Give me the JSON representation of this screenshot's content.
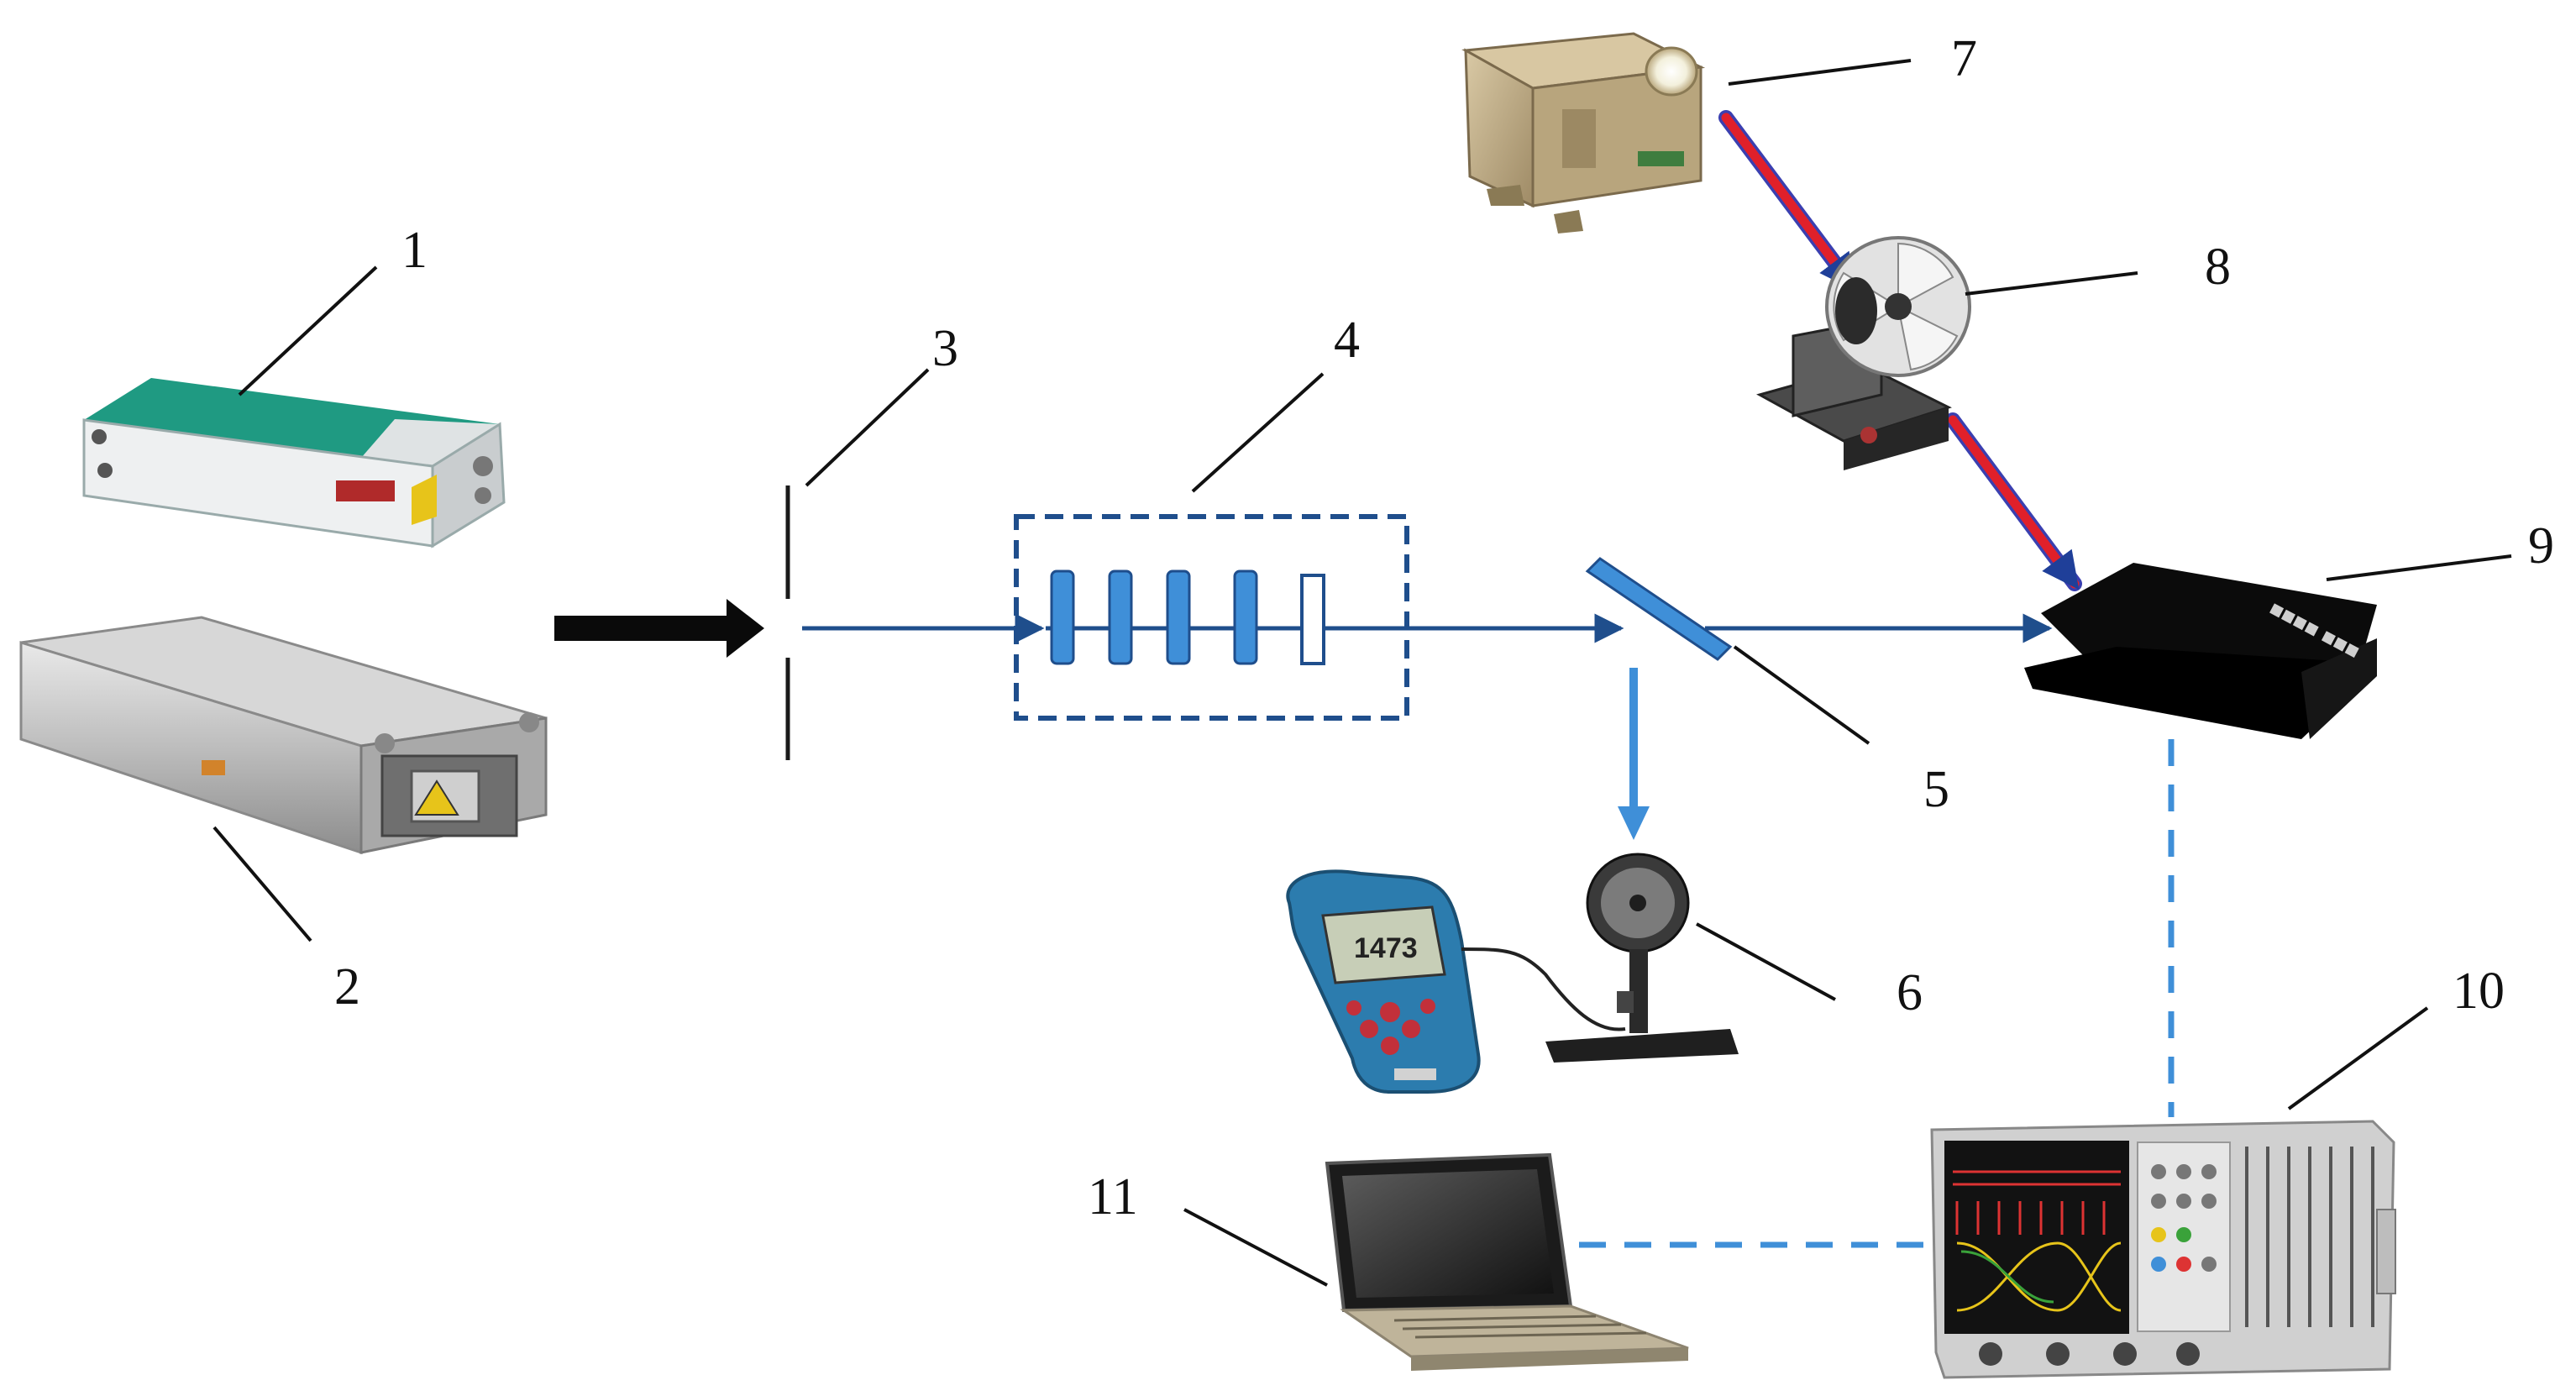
{
  "labels": {
    "l1": "1",
    "l2": "2",
    "l3": "3",
    "l4": "4",
    "l5": "5",
    "l6": "6",
    "l7": "7",
    "l8": "8",
    "l9": "9",
    "l10": "10",
    "l11": "11"
  },
  "meter_reading": "1473",
  "colors": {
    "beam": "#1f4e8c",
    "filter": "#3f8fd8",
    "dashed_link": "#3f8fd8",
    "pump_beam": "#e0202a",
    "big_arrow": "#0a0a0a"
  },
  "icons": [
    "laser-head-icon",
    "laser-module-icon",
    "aperture-icon",
    "filter-set-icon",
    "beam-splitter-icon",
    "power-meter-icon",
    "photodiode-detector-icon",
    "projector-lamp-icon",
    "optical-chopper-icon",
    "detector-box-icon",
    "oscilloscope-icon",
    "laptop-icon"
  ]
}
